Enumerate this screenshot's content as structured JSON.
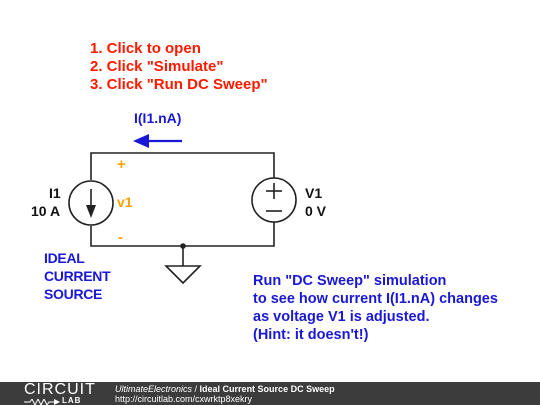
{
  "instructions": [
    "1. Click to open",
    "2. Click \"Simulate\"",
    "3. Click \"Run DC Sweep\""
  ],
  "probe_label": "I(I1.nA)",
  "current_source": {
    "name": "I1",
    "value": "10 A",
    "node_label": "v1"
  },
  "voltage_source": {
    "name": "V1",
    "value": "0 V"
  },
  "polarity": {
    "plus": "+",
    "minus": "-"
  },
  "source_label": [
    "IDEAL",
    "CURRENT",
    "SOURCE"
  ],
  "note": [
    "Run \"DC Sweep\" simulation",
    "to see how current I(I1.nA) changes",
    "as voltage V1 is adjusted.",
    "(Hint: it doesn't!)"
  ],
  "footer": {
    "logo_top": "CIRCUIT",
    "logo_bottom": "LAB",
    "author": "UltimateElectronics",
    "separator": " / ",
    "title": "Ideal Current Source DC Sweep",
    "url": "http://circuitlab.com/cxwrktp8xekry"
  },
  "colors": {
    "wire": "#222222",
    "instruction_red": "#ff1a00",
    "label_blue": "#1a18d6",
    "polarity_orange": "#ffa200",
    "footer_bg": "#3c3c3c"
  }
}
